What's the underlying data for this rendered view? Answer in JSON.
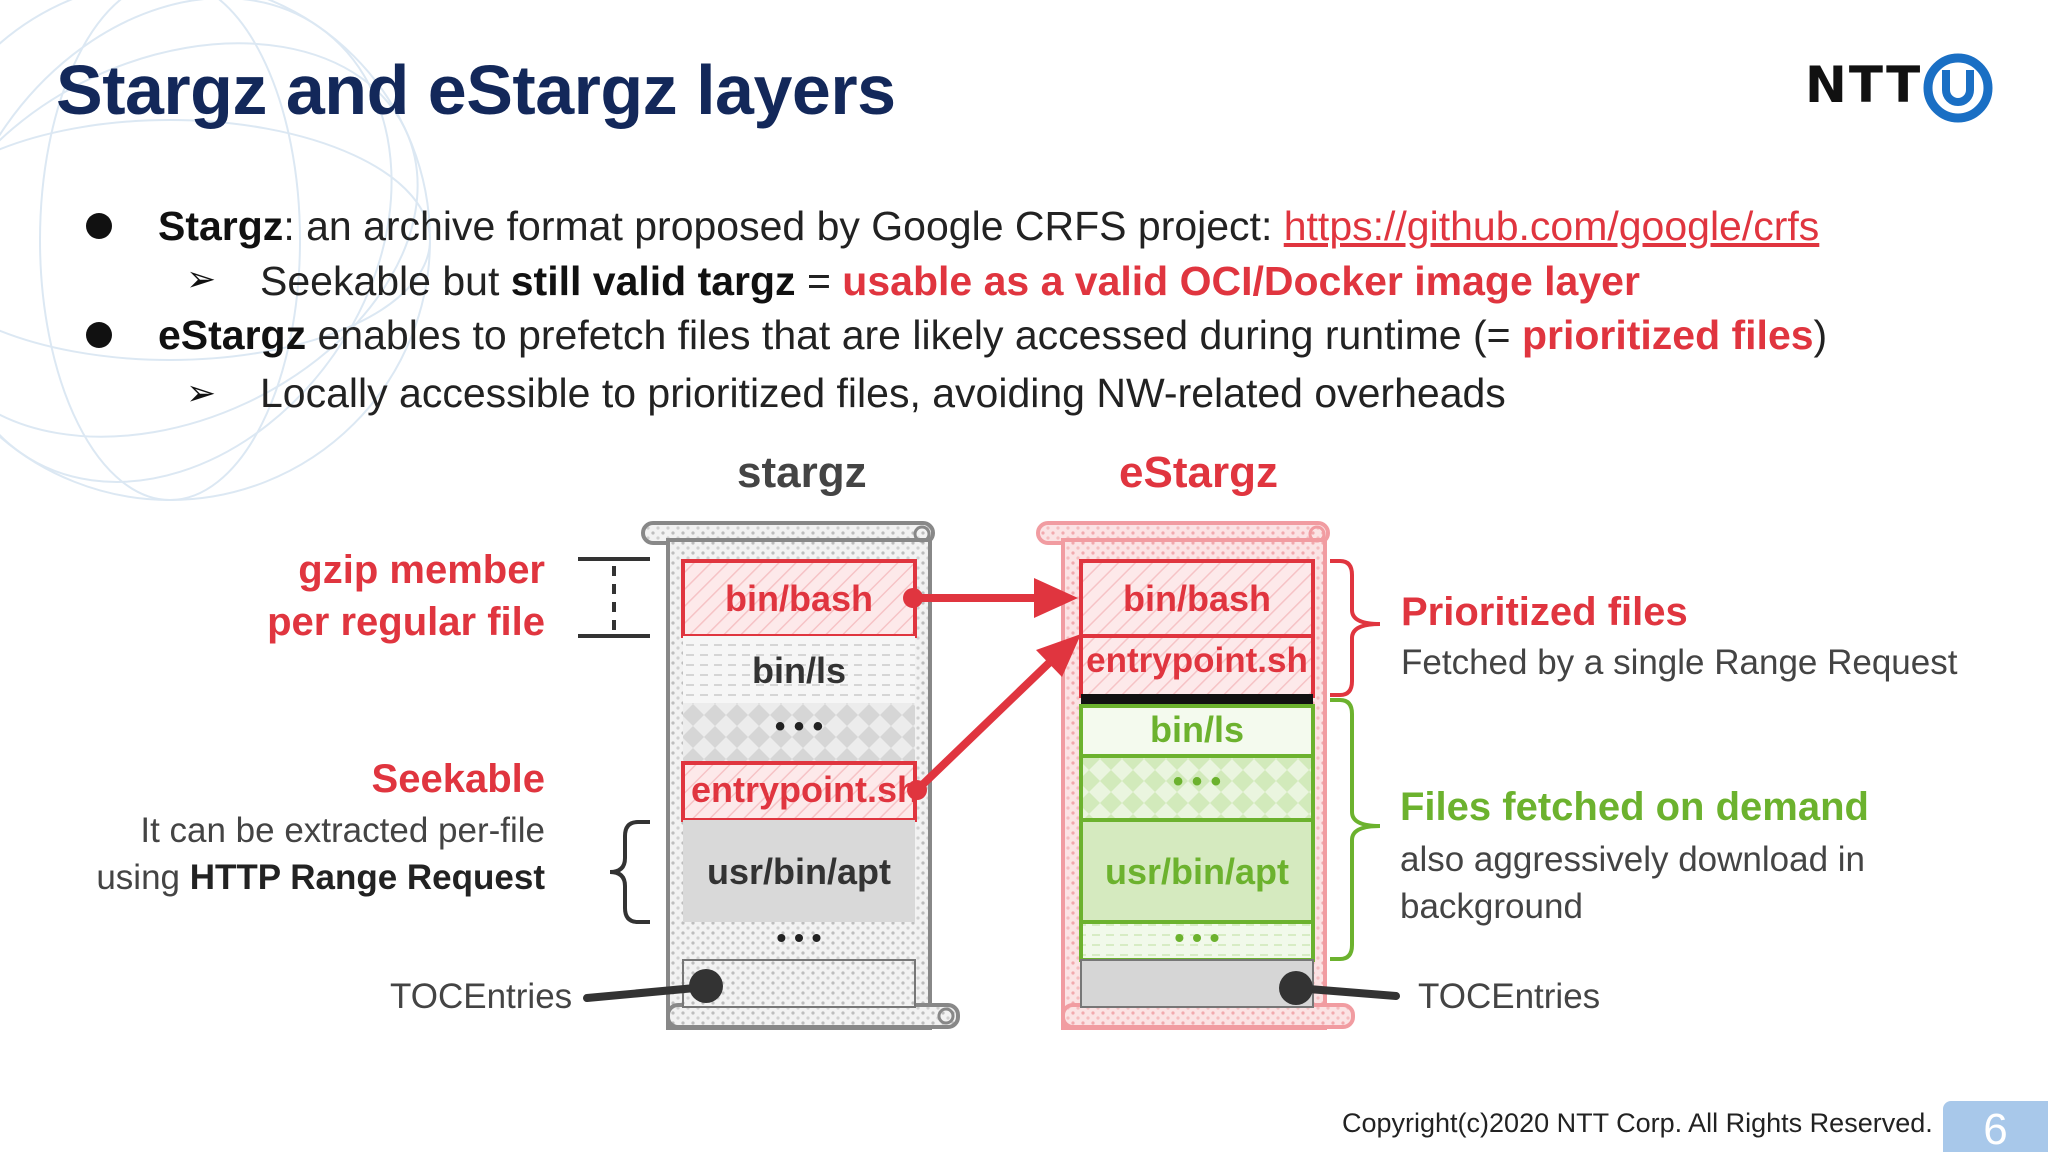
{
  "slide": {
    "title": "Stargz and eStargz layers",
    "logo_text": "NTT",
    "copyright": "Copyright(c)2020 NTT Corp. All Rights Reserved.",
    "page_number": "6"
  },
  "bullets": {
    "b1": {
      "bold": "Stargz",
      "text": ": an archive format proposed by Google CRFS project: ",
      "link": "https://github.com/google/crfs"
    },
    "b1_sub": {
      "text1": "Seekable but ",
      "bold": "still valid targz",
      "eq": " = ",
      "red": "usable as a valid OCI/Docker image layer"
    },
    "b2": {
      "bold": "eStargz",
      "text": " enables to prefetch files that are likely accessed during runtime (= ",
      "red": "prioritized files",
      "close": ")"
    },
    "b2_sub": {
      "text": "Locally accessible to prioritized files, avoiding NW-related overheads"
    }
  },
  "diagram": {
    "stargz_title": "stargz",
    "estargz_title": "eStargz",
    "gzip_line1": "gzip member",
    "gzip_line2": "per regular file",
    "seekable_title": "Seekable",
    "seekable_line1": "It can be extracted per-file",
    "seekable_line2_pre": "using ",
    "seekable_line2_bold": "HTTP Range Request",
    "toc_left": "TOCEntries",
    "toc_right": "TOCEntries",
    "prioritized_title": "Prioritized files",
    "prioritized_desc": "Fetched by a single Range Request",
    "ondemand_title": "Files fetched on demand",
    "ondemand_line1": "also aggressively download in",
    "ondemand_line2": "background",
    "stargz_files": [
      "bin/bash",
      "bin/ls",
      "• • •",
      "entrypoint.sh",
      "usr/bin/apt",
      "• • •"
    ],
    "estargz_files": [
      "bin/bash",
      "entrypoint.sh",
      "bin/ls",
      "• • •",
      "usr/bin/apt",
      "• • •"
    ]
  },
  "colors": {
    "title": "#13285a",
    "accent_red": "#e0353f",
    "accent_green": "#6cb22e",
    "logo_blue": "#1a6fc4",
    "page_badge": "#a8c8ea"
  }
}
